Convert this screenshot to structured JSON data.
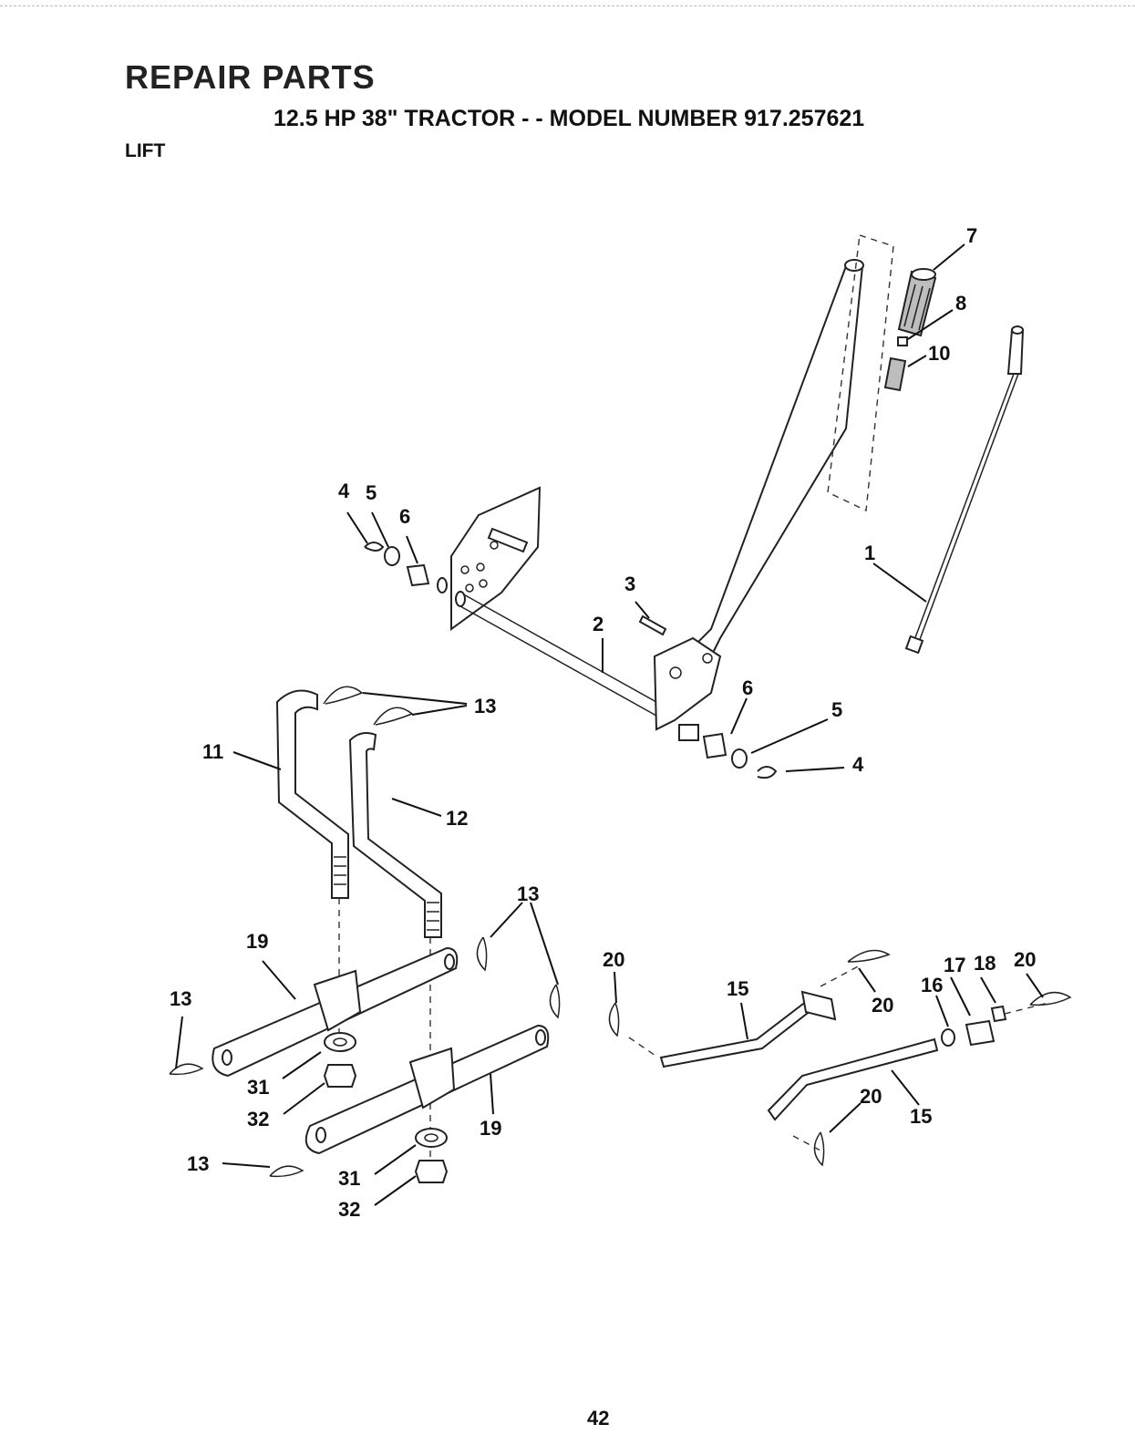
{
  "header": {
    "title": "REPAIR PARTS",
    "subtitle": "12.5 HP 38\" TRACTOR - - MODEL NUMBER 917.257621",
    "section": "LIFT"
  },
  "callouts": [
    {
      "id": "c7",
      "text": "7"
    },
    {
      "id": "c8",
      "text": "8"
    },
    {
      "id": "c10",
      "text": "10"
    },
    {
      "id": "c1",
      "text": "1"
    },
    {
      "id": "c4a",
      "text": "4"
    },
    {
      "id": "c5a",
      "text": "5"
    },
    {
      "id": "c6a",
      "text": "6"
    },
    {
      "id": "c3",
      "text": "3"
    },
    {
      "id": "c2",
      "text": "2"
    },
    {
      "id": "c6b",
      "text": "6"
    },
    {
      "id": "c5b",
      "text": "5"
    },
    {
      "id": "c4b",
      "text": "4"
    },
    {
      "id": "c13a",
      "text": "13"
    },
    {
      "id": "c11",
      "text": "11"
    },
    {
      "id": "c12",
      "text": "12"
    },
    {
      "id": "c13b",
      "text": "13"
    },
    {
      "id": "c19a",
      "text": "19"
    },
    {
      "id": "c13c",
      "text": "13"
    },
    {
      "id": "c31a",
      "text": "31"
    },
    {
      "id": "c32a",
      "text": "32"
    },
    {
      "id": "c19b",
      "text": "19"
    },
    {
      "id": "c13d",
      "text": "13"
    },
    {
      "id": "c31b",
      "text": "31"
    },
    {
      "id": "c32b",
      "text": "32"
    },
    {
      "id": "c20a",
      "text": "20"
    },
    {
      "id": "c15a",
      "text": "15"
    },
    {
      "id": "c20b",
      "text": "20"
    },
    {
      "id": "c16",
      "text": "16"
    },
    {
      "id": "c17",
      "text": "17"
    },
    {
      "id": "c18",
      "text": "18"
    },
    {
      "id": "c20c",
      "text": "20"
    },
    {
      "id": "c20d",
      "text": "20"
    },
    {
      "id": "c15b",
      "text": "15"
    }
  ],
  "footer": {
    "page_number": "42"
  }
}
